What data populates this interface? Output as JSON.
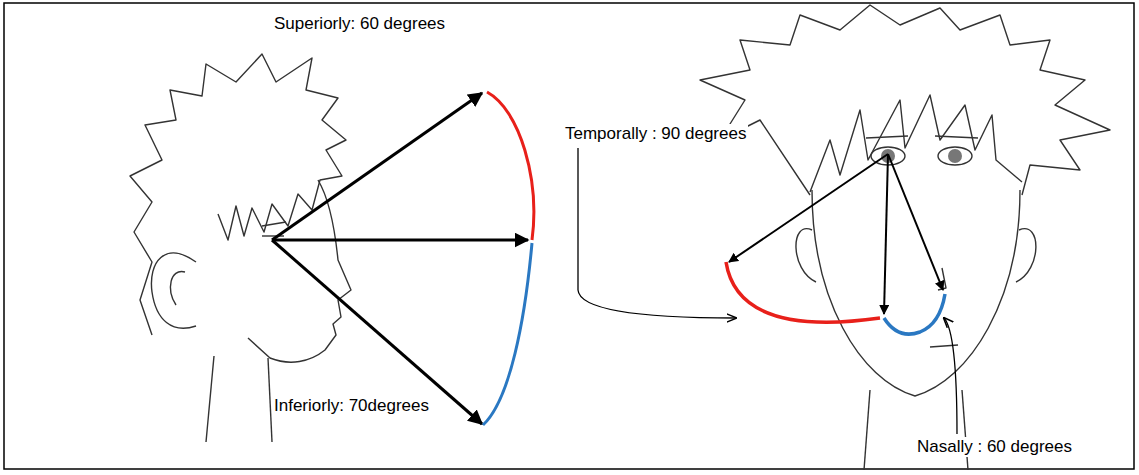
{
  "diagram": {
    "labels": [
      "Superiorly: 60 degrees",
      "Inferiorly: 70degrees",
      "Temporally : 90 degrees",
      "Nasally : 60 degrees"
    ]
  }
}
